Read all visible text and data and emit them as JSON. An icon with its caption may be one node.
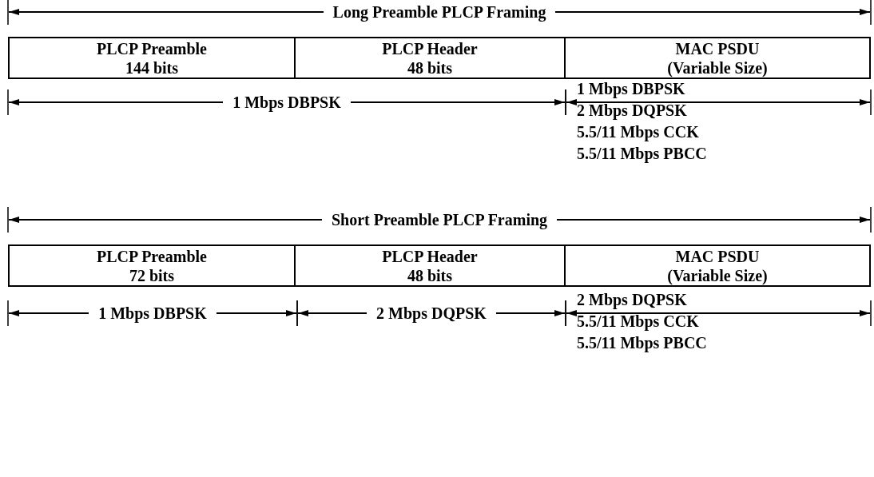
{
  "diagram": {
    "nodes": [
      {
        "text": [
          "PLCP Preamble",
          "144 bits"
        ]
      },
      {
        "text": [
          "PLCP Header",
          "48 bits"
        ]
      },
      {
        "text": [
          "MAC PSDU",
          "(Variable Size)"
        ]
      },
      {
        "text": [
          "PLCP Preamble",
          "72 bits"
        ]
      },
      {
        "text": [
          "PLCP Header",
          "48 bits"
        ]
      },
      {
        "text": [
          "MAC PSDU",
          "(Variable Size)"
        ]
      }
    ],
    "labels": [
      "Long Preamble PLCP Framing",
      "1 Mbps DBPSK",
      "1 Mbps DBPSK",
      "2 Mbps DQPSK",
      "5.5/11 Mbps CCK",
      "5.5/11 Mbps PBCC",
      "Short Preamble PLCP Framing",
      "1 Mbps DBPSK",
      "2 Mbps DQPSK",
      "2 Mbps DQPSK",
      "5.5/11 Mbps CCK",
      "5.5/11 Mbps PBCC"
    ]
  }
}
